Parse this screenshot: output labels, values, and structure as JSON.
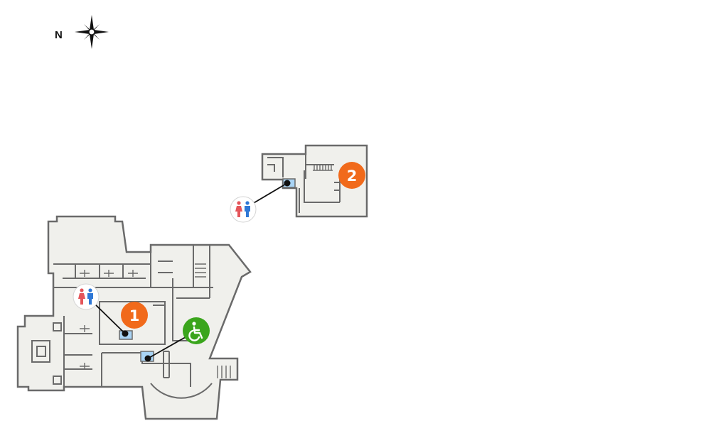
{
  "compass": {
    "north_label": "N",
    "icon": "compass-rose-icon"
  },
  "colors": {
    "floor": "#f0f0ec",
    "wall": "#6a6a6a",
    "highlight": "#a9d4f5",
    "marker_orange": "#f16a1b",
    "marker_green": "#3aa51c",
    "female": "#e4555a",
    "male": "#2f78d6"
  },
  "markers": [
    {
      "id": "1",
      "label": "1",
      "kind": "location"
    },
    {
      "id": "2",
      "label": "2",
      "kind": "location"
    }
  ],
  "amenities": [
    {
      "id": "restroom-main",
      "icon": "restroom-icon"
    },
    {
      "id": "restroom-annex",
      "icon": "restroom-icon"
    },
    {
      "id": "accessible",
      "icon": "wheelchair-icon"
    }
  ]
}
